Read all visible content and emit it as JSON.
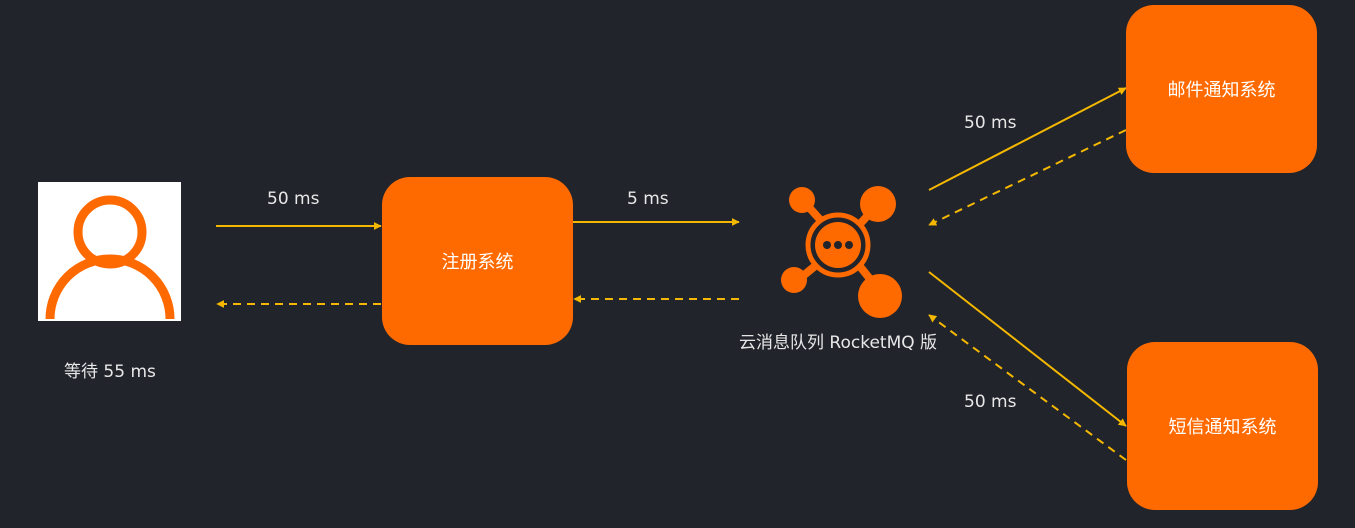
{
  "nodes": {
    "user": {
      "caption": "等待 55 ms"
    },
    "register": {
      "label": "注册系统"
    },
    "mq": {
      "caption": "云消息队列 RocketMQ 版"
    },
    "email": {
      "label": "邮件通知系统"
    },
    "sms": {
      "label": "短信通知系统"
    }
  },
  "edges": {
    "user_to_register": "50 ms",
    "register_to_mq": "5 ms",
    "mq_to_email": "50 ms",
    "mq_to_sms": "50 ms"
  },
  "colors": {
    "background": "#21242b",
    "node_fill": "#ff6a00",
    "arrow": "#f5b800",
    "text": "#e8e8e8"
  },
  "icons": {
    "user": "user-icon",
    "mq": "message-queue-icon"
  }
}
